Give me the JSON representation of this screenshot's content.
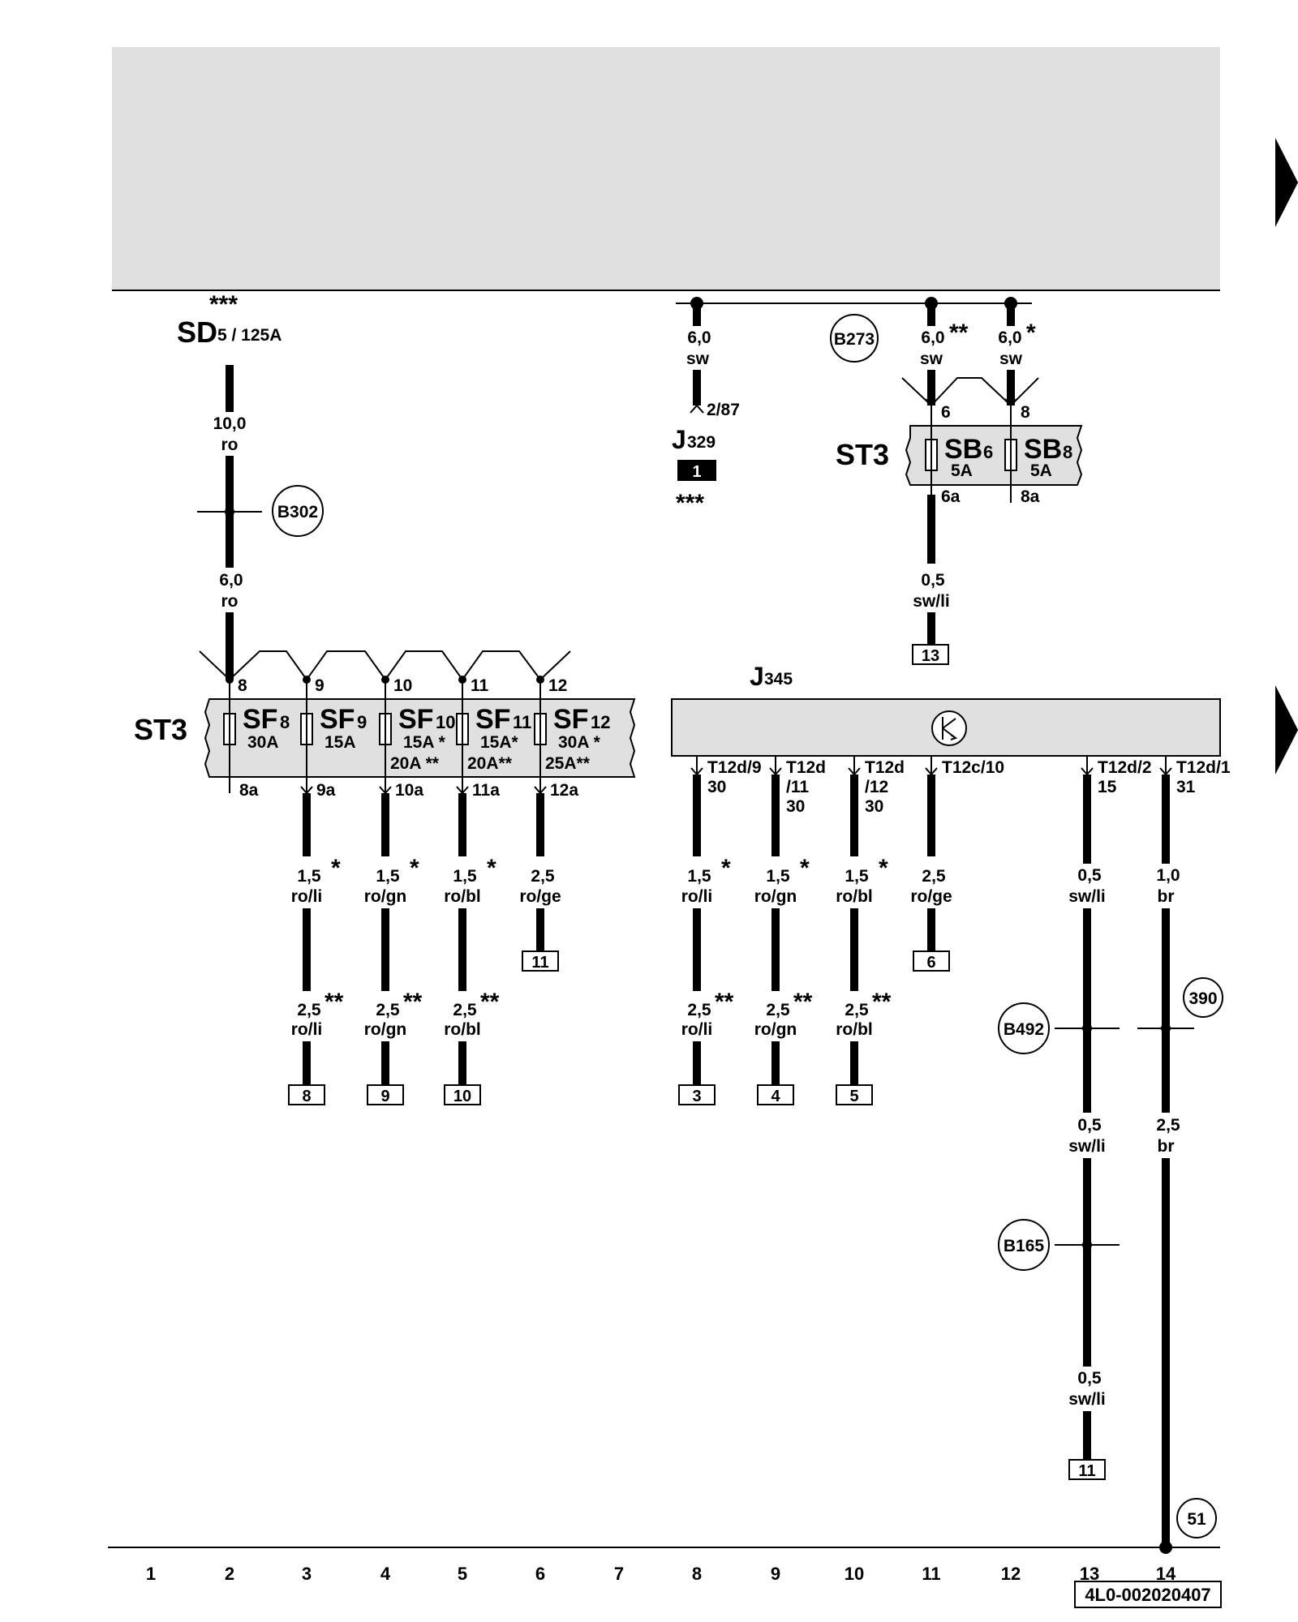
{
  "top": {
    "sd": {
      "label": "SD",
      "sub": "5 / 125A",
      "marks": "***"
    },
    "sd_wire1": {
      "size": "10,0",
      "color": "ro"
    },
    "sd_wire2": {
      "size": "6,0",
      "color": "ro"
    },
    "b302": "B302",
    "j329_wire": {
      "size": "6,0",
      "color": "sw",
      "pin": "2/87"
    },
    "j329": {
      "label": "J",
      "sub": "329",
      "box": "1",
      "marks": "***"
    },
    "b273": "B273",
    "sb6_wire": {
      "size": "6,0",
      "color": "sw",
      "marks": "**"
    },
    "sb8_wire": {
      "size": "6,0",
      "color": "sw",
      "marks": "*"
    }
  },
  "st3_b": {
    "label": "ST3",
    "fuses": [
      {
        "name": "SB",
        "sub": "6",
        "rating": "5A",
        "pin_in": "6",
        "pin_out": "6a"
      },
      {
        "name": "SB",
        "sub": "8",
        "rating": "5A",
        "pin_in": "8",
        "pin_out": "8a"
      }
    ],
    "out_wire": {
      "size": "0,5",
      "color": "sw/li",
      "ref": "13"
    }
  },
  "st3_f": {
    "label": "ST3",
    "fuses": [
      {
        "name": "SF",
        "sub": "8",
        "r1": "30A",
        "r2": "",
        "pin_in": "8",
        "pin_out": "8a"
      },
      {
        "name": "SF",
        "sub": "9",
        "r1": "15A",
        "r2": "",
        "pin_in": "9",
        "pin_out": "9a"
      },
      {
        "name": "SF",
        "sub": "10",
        "r1": "15A *",
        "r2": "20A **",
        "pin_in": "10",
        "pin_out": "10a"
      },
      {
        "name": "SF",
        "sub": "11",
        "r1": "15A*",
        "r2": "20A**",
        "pin_in": "11",
        "pin_out": "11a"
      },
      {
        "name": "SF",
        "sub": "12",
        "r1": "30A *",
        "r2": "25A**",
        "pin_in": "12",
        "pin_out": "12a"
      }
    ]
  },
  "sf_wires": [
    {
      "w1": "1,5",
      "m1": "*",
      "c1": "ro/li",
      "w2": "2,5",
      "m2": "**",
      "c2": "ro/li",
      "ref": "8"
    },
    {
      "w1": "1,5",
      "m1": "*",
      "c1": "ro/gn",
      "w2": "2,5",
      "m2": "**",
      "c2": "ro/gn",
      "ref": "9"
    },
    {
      "w1": "1,5",
      "m1": "*",
      "c1": "ro/bl",
      "w2": "2,5",
      "m2": "**",
      "c2": "ro/bl",
      "ref": "10"
    },
    {
      "w1": "2,5",
      "m1": "",
      "c1": "ro/ge",
      "ref": "11"
    }
  ],
  "j345": {
    "label": "J",
    "sub": "345",
    "pins": [
      {
        "p": "T12d/9",
        "v": "30"
      },
      {
        "p": "T12d",
        "v": "/11",
        "v2": "30"
      },
      {
        "p": "T12d",
        "v": "/12",
        "v2": "30"
      },
      {
        "p": "T12c/10",
        "v": ""
      },
      {
        "p": "T12d/2",
        "v": "15"
      },
      {
        "p": "T12d/1",
        "v": "31"
      }
    ]
  },
  "j_wires": [
    {
      "w1": "1,5",
      "m1": "*",
      "c1": "ro/li",
      "w2": "2,5",
      "m2": "**",
      "c2": "ro/li",
      "ref": "3"
    },
    {
      "w1": "1,5",
      "m1": "*",
      "c1": "ro/gn",
      "w2": "2,5",
      "m2": "**",
      "c2": "ro/gn",
      "ref": "4"
    },
    {
      "w1": "1,5",
      "m1": "*",
      "c1": "ro/bl",
      "w2": "2,5",
      "m2": "**",
      "c2": "ro/bl",
      "ref": "5"
    },
    {
      "w1": "2,5",
      "m1": "",
      "c1": "ro/ge",
      "ref": "6"
    }
  ],
  "w13": {
    "w1": "0,5",
    "c1": "sw/li",
    "b1": "B492",
    "w2": "0,5",
    "c2": "sw/li",
    "b2": "B165",
    "w3": "0,5",
    "c3": "sw/li",
    "ref": "11"
  },
  "w14": {
    "w1": "1,0",
    "c1": "br",
    "circ": "390",
    "w2": "2,5",
    "c2": "br",
    "circ2": "51"
  },
  "columns": [
    "1",
    "2",
    "3",
    "4",
    "5",
    "6",
    "7",
    "8",
    "9",
    "10",
    "11",
    "12",
    "13",
    "14"
  ],
  "doc_id": "4L0-002020407"
}
